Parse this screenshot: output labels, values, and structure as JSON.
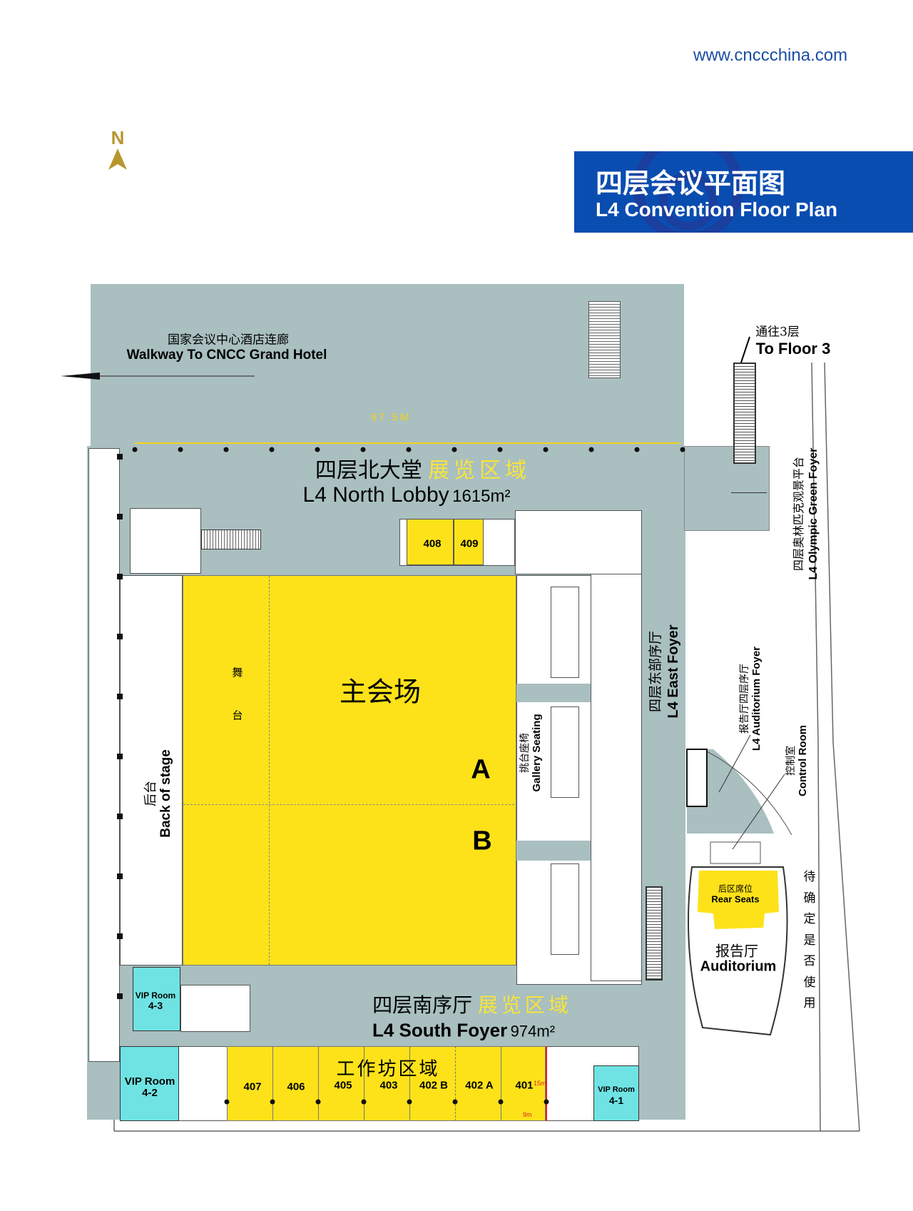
{
  "header": {
    "website": "www.cnccchina.com",
    "north_label": "N",
    "title_cn": "四层会议平面图",
    "title_en": "L4 Convention Floor Plan"
  },
  "colors": {
    "brand_blue": "#0a4db0",
    "exhibit_yellow": "#fde21a",
    "vip_cyan": "#6fe3e3",
    "circulation_grey": "#a9bfc0",
    "north_gold": "#b8962e"
  },
  "walkway": {
    "cn": "国家会议中心酒店连廊",
    "en": "Walkway To CNCC Grand Hotel"
  },
  "dimension": {
    "length": "97.5M"
  },
  "north_lobby": {
    "cn": "四层北大堂",
    "exhibit_cn": "展览区域",
    "en": "L4 North Lobby",
    "area": "1615m²"
  },
  "to_floor3": {
    "cn": "通往3层",
    "en": "To Floor 3"
  },
  "olympic_foyer": {
    "cn": "四层奥林匹克观景平台",
    "en": "L4 Olympic Green Foyer"
  },
  "rooms_north": [
    {
      "label": "408"
    },
    {
      "label": "409"
    }
  ],
  "main_hall": {
    "cn": "主会场",
    "stage_cn_1": "舞",
    "stage_cn_2": "台",
    "section_a": "A",
    "section_b": "B"
  },
  "back_of_stage": {
    "cn": "后台",
    "en": "Back of stage"
  },
  "gallery": {
    "cn": "挑台座椅",
    "en": "Gallery Seating"
  },
  "east_foyer": {
    "cn": "四层东部序厅",
    "en": "L4 East Foyer"
  },
  "auditorium_foyer": {
    "cn": "报告厅四层序厅",
    "en": "L4 Auditorium Foyer"
  },
  "control_room": {
    "cn": "控制室",
    "en": "Control Room"
  },
  "auditorium": {
    "rear_cn": "后区席位",
    "rear_en": "Rear Seats",
    "cn": "报告厅",
    "en": "Auditorium"
  },
  "tbd_note": [
    "待",
    "确",
    "定",
    "是",
    "否",
    "使",
    "用"
  ],
  "south_foyer": {
    "cn": "四层南序厅",
    "exhibit_cn": "展览区域",
    "en": "L4 South Foyer",
    "area": "974m²"
  },
  "workshop": {
    "cn": "工作坊区域",
    "rooms": [
      "407",
      "406",
      "405",
      "403",
      "402 B",
      "402 A",
      "401"
    ],
    "dim_depth": "15m",
    "dim_width": "9m"
  },
  "vip_rooms": [
    {
      "name": "VIP Room",
      "num": "4-3"
    },
    {
      "name": "VIP Room",
      "num": "4-2"
    },
    {
      "name": "VIP Room",
      "num": "4-1"
    }
  ]
}
